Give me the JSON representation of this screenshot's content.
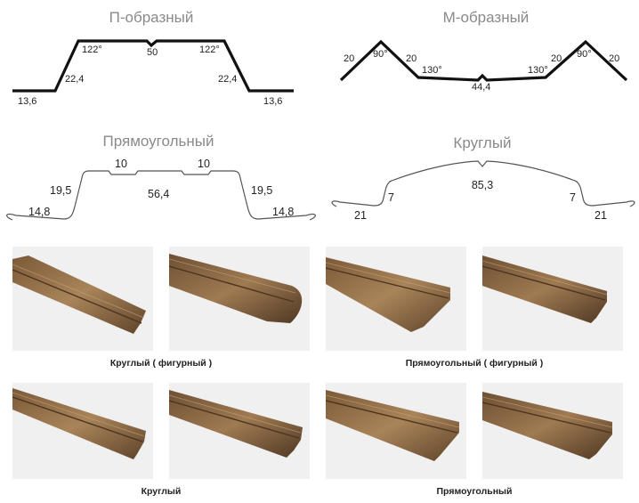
{
  "profiles": {
    "p_shape": {
      "title": "П-образный",
      "angle_left": "122°",
      "angle_right": "122°",
      "top_width": "50",
      "side_left": "22,4",
      "side_right": "22,4",
      "foot_left": "13,6",
      "foot_right": "13,6"
    },
    "m_shape": {
      "title": "М-образный",
      "outer_left": "20",
      "inner_left": "20",
      "inner_right": "20",
      "outer_right": "20",
      "peak_angle_left": "90°",
      "peak_angle_right": "90°",
      "valley_angle_left": "130°",
      "valley_angle_right": "130°",
      "center_width": "44,4"
    },
    "rect_shape": {
      "title": "Прямоугольный",
      "top_left": "10",
      "top_right": "10",
      "center_width": "56,4",
      "side_left": "19,5",
      "side_right": "19,5",
      "foot_left": "14,8",
      "foot_right": "14,8"
    },
    "round_shape": {
      "title": "Круглый",
      "arc_width": "85,3",
      "side_left": "7",
      "side_right": "7",
      "foot_left": "21",
      "foot_right": "21"
    }
  },
  "captions": {
    "round_figured": "Круглый ( фигурный )",
    "rect_figured": "Прямоугольный ( фигурный )",
    "round": "Круглый",
    "rect": "Прямоугольный"
  },
  "colors": {
    "line": "#111111",
    "wood_light": "#a07a4f",
    "wood_dark": "#5e4329",
    "photo_bg": "#f0f0f0"
  }
}
